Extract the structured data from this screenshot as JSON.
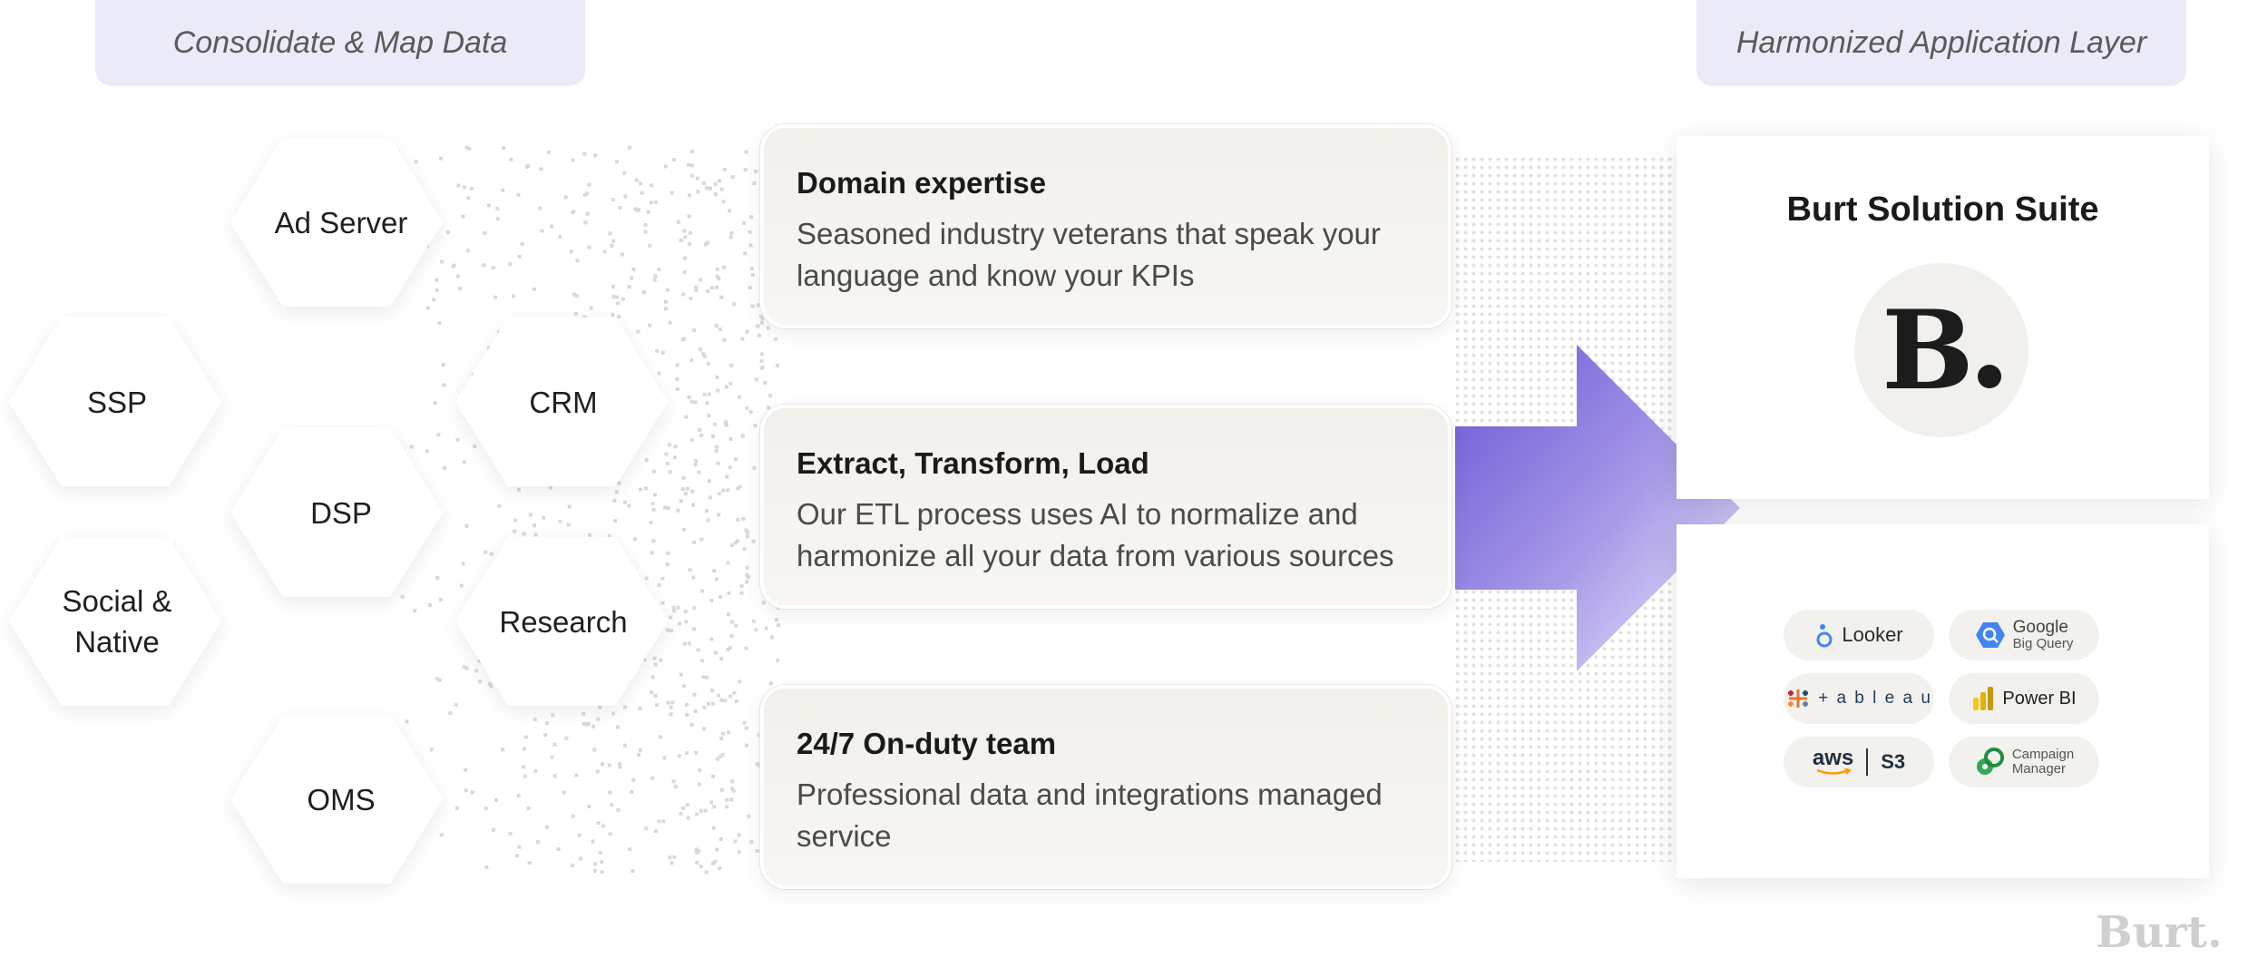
{
  "headers": {
    "left": "Consolidate & Map Data",
    "right": "Harmonized Application Layer"
  },
  "sources": [
    "Ad Server",
    "SSP",
    "CRM",
    "DSP",
    "Social & Native",
    "Research",
    "OMS"
  ],
  "cards": [
    {
      "title": "Domain expertise",
      "body": "Seasoned industry veterans that speak your language and know your KPIs"
    },
    {
      "title": "Extract, Transform, Load",
      "body": "Our ETL process uses AI to normalize and harmonize all your data from various sources"
    },
    {
      "title": "24/7 On-duty team",
      "body": "Professional data and integrations managed service"
    }
  ],
  "suite": {
    "title": "Burt Solution Suite",
    "logo_letter": "B"
  },
  "tools": [
    {
      "label": "Looker",
      "icon": "looker-icon"
    },
    {
      "label": "Google",
      "sub": "Big Query",
      "icon": "bigquery-icon"
    },
    {
      "label": "+ a b l e a u",
      "icon": "tableau-icon"
    },
    {
      "label": "Power BI",
      "icon": "powerbi-icon"
    },
    {
      "label": "aws",
      "sub": "S3",
      "icon": "aws-s3-icon"
    },
    {
      "label": "Campaign",
      "sub": "Manager",
      "icon": "campaign-manager-icon"
    }
  ],
  "watermark": "Burt.",
  "colors": {
    "accent": "#6a56d6",
    "pill": "#ebeaf8",
    "card": "#f5f2ee"
  }
}
